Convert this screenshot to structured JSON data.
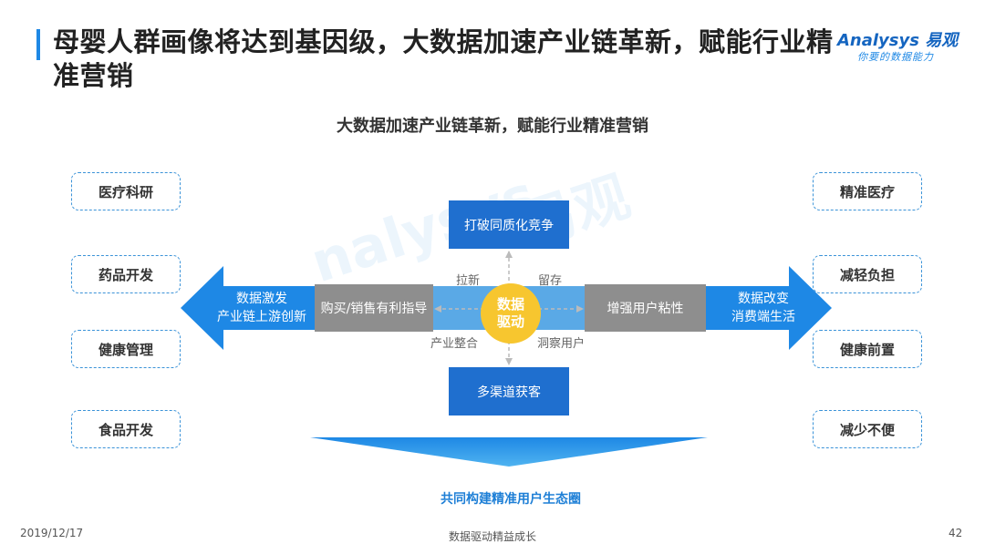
{
  "header": {
    "title": "母婴人群画像将达到基因级，大数据加速产业链革新，赋能行业精准营销",
    "logo_main": "Analysys 易观",
    "logo_sub": "你要的数据能力"
  },
  "diagram": {
    "subtitle": "大数据加速产业链革新，赋能行业精准营销",
    "left_items": [
      "医疗科研",
      "药品开发",
      "健康管理",
      "食品开发"
    ],
    "right_items": [
      "精准医疗",
      "减轻负担",
      "健康前置",
      "减少不便"
    ],
    "left_arrow_line1": "数据激发",
    "left_arrow_line2": "产业链上游创新",
    "right_arrow_line1": "数据改变",
    "right_arrow_line2": "消费端生活",
    "left_gray_box": "购买/销售有利指导",
    "right_gray_box": "增强用户粘性",
    "top_box": "打破同质化竞争",
    "bottom_box": "多渠道获客",
    "center_line1": "数据",
    "center_line2": "驱动",
    "label_pull_new": "拉新",
    "label_retain": "留存",
    "label_integration": "产业整合",
    "label_insight": "洞察用户",
    "ecosystem_label": "共同构建精准用户生态圈",
    "colors": {
      "accent_blue": "#1e88e5",
      "box_blue": "#1f6fcf",
      "gray": "#8e8e8e",
      "yellow": "#f7c62f"
    }
  },
  "footer": {
    "date": "2019/12/17",
    "center_text": "数据驱动精益成长",
    "page_number": "42"
  }
}
